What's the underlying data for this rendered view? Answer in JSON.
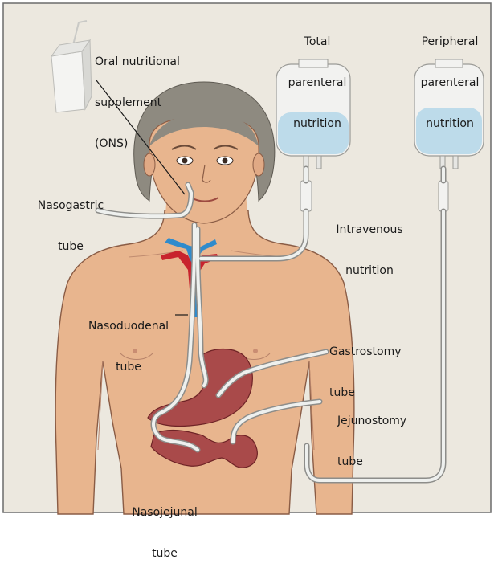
{
  "labels": {
    "ons": [
      "Oral nutritional",
      "supplement",
      "(ONS)"
    ],
    "tpn": [
      "Total",
      "parenteral",
      "nutrition"
    ],
    "ppn": [
      "Peripheral",
      "parenteral",
      "nutrition"
    ],
    "nasogastric": [
      "Nasogastric",
      "tube"
    ],
    "intravenous": [
      "Intravenous",
      "nutrition"
    ],
    "nasoduodenal": [
      "Nasoduodenal",
      "tube"
    ],
    "gastrostomy": [
      "Gastrostomy",
      "tube"
    ],
    "jejunostomy": [
      "Jejunostomy",
      "tube"
    ],
    "nasojejunal": [
      "Nasojejunal",
      "tube"
    ]
  },
  "colors": {
    "background": "#ece8df",
    "skin": "#e8b58e",
    "skin_outline": "#8a5c45",
    "hair": "#8e8a80",
    "bag": "#f2f2f0",
    "bag_fluid": "#bddbea",
    "tube": "#eef0ee",
    "vein": "#2f8bcc",
    "artery": "#c8232d",
    "stomach": "#a94a4a",
    "stomach_dark": "#6e2326",
    "border": "#6b6b6b"
  }
}
